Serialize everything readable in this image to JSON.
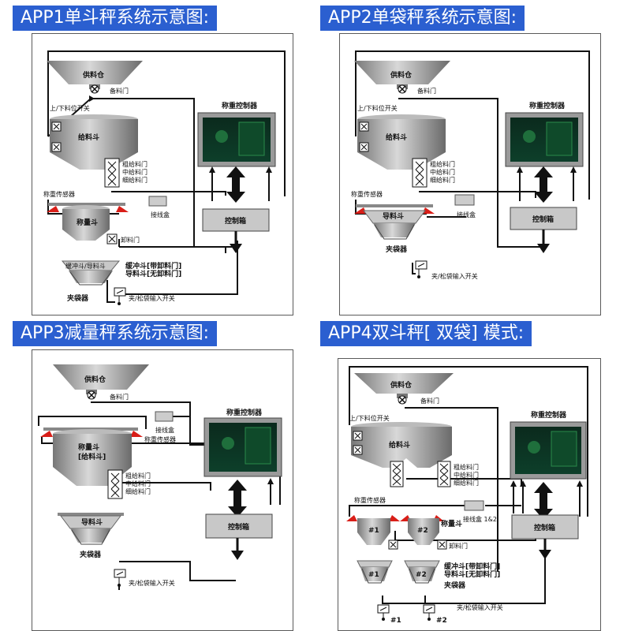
{
  "titles": {
    "app1": "APP1单斗秤系统示意图:",
    "app2": "APP2单袋秤系统示意图:",
    "app3": "APP3减量秤系统示意图:",
    "app4": "APP4双斗秤[ 双袋] 模式:"
  },
  "labels": {
    "supply_bin": "供料仓",
    "reserve_gate": "备料门",
    "gate_switch": "上/下料位开关",
    "feed_hopper": "给料斗",
    "coarse_gate": "粗给料门",
    "medium_gate": "中给料门",
    "fine_gate": "细给料门",
    "load_sensor": "称重传感器",
    "junction_box": "接线盒",
    "junction_box_12": "接线盒 1&2",
    "weigh_hopper": "称量斗",
    "weigh_hopper_feed": "[给料斗]",
    "discharge_gate": "卸料门",
    "buffer_hopper": "缓冲斗/导料斗",
    "buffer_with_gate": "缓冲斗[带卸料门]",
    "guide_without_gate": "导料斗[无卸料门]",
    "guide_hopper": "导料斗",
    "bag_clamp": "夹袋器",
    "clamp_switch": "夹/松袋输入开关",
    "weigh_controller": "称重控制器",
    "control_box": "控制箱",
    "num1": "#1",
    "num2": "#2"
  },
  "colors": {
    "title_bg": "#2b5fd0",
    "sensor": "#d91e18",
    "line": "#111111"
  }
}
